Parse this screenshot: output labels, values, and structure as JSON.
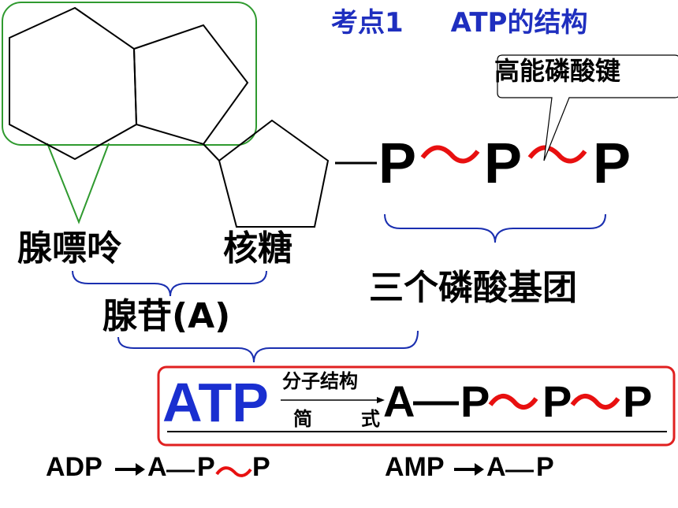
{
  "title": {
    "prefix": "考点1",
    "main": "ATP的结构"
  },
  "callout": {
    "label": "高能磷酸键"
  },
  "phosphates": {
    "p1": "P",
    "p2": "P",
    "p3": "P"
  },
  "labels": {
    "adenine": "腺嘌呤",
    "ribose": "核糖",
    "adenosine": "腺苷(A)",
    "three_phosphates": "三个磷酸基团"
  },
  "summary": {
    "atp": "ATP",
    "arrow_top": "分子结构",
    "arrow_bottom_left": "简",
    "arrow_bottom_right": "式",
    "formula": {
      "a": "A",
      "p1": "P",
      "p2": "P",
      "p3": "P"
    }
  },
  "bottom": {
    "adp": {
      "name": "ADP",
      "a": "A",
      "p1": "P",
      "p2": "P"
    },
    "amp": {
      "name": "AMP",
      "a": "A",
      "p1": "P"
    }
  },
  "colors": {
    "title": "#1f2fbf",
    "bond": "#e81010",
    "brace": "#1a2fb0",
    "box_green": "#2f9a2f",
    "box_red": "#e02020"
  }
}
